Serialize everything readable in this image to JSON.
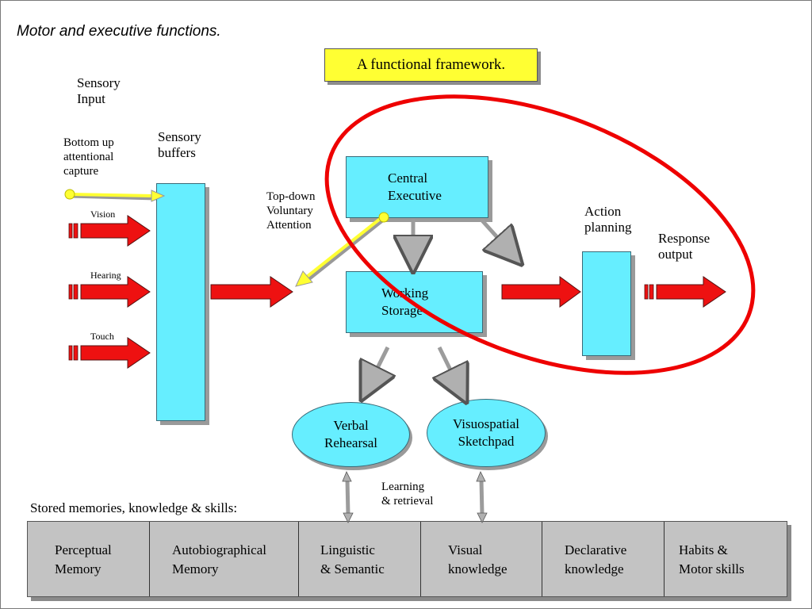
{
  "slide_title": "Motor and executive functions.",
  "banner": "A functional framework.",
  "labels": {
    "sensory_input": "Sensory\nInput",
    "bottom_up": "Bottom up\nattentional\ncapture",
    "sensory_buffers": "Sensory\nbuffers",
    "vision": "Vision",
    "hearing": "Hearing",
    "touch": "Touch",
    "top_down": "Top-down\nVoluntary\nAttention",
    "action_planning": "Action\nplanning",
    "response_output": "Response\noutput",
    "learning_retrieval": "Learning\n& retrieval",
    "stored_memories": "Stored memories, knowledge & skills:"
  },
  "boxes": {
    "central_executive": "Central\nExecutive",
    "working_storage": "Working\nStorage",
    "verbal_rehearsal": "Verbal\nRehearsal",
    "visuospatial_sketchpad": "Visuospatial\nSketchpad"
  },
  "memory_stores": [
    "Perceptual\nMemory",
    "Autobiographical\nMemory",
    "Linguistic\n& Semantic",
    "Visual\nknowledge",
    "Declarative\nknowledge",
    "Habits &\nMotor skills"
  ],
  "colors": {
    "box_fill": "#66eeff",
    "banner_fill": "#ffff33",
    "arrow_red": "#ee1111",
    "arrow_yellow": "#ffff33",
    "highlight_ellipse": "#ee0000",
    "memory_bar": "#c3c3c3"
  }
}
